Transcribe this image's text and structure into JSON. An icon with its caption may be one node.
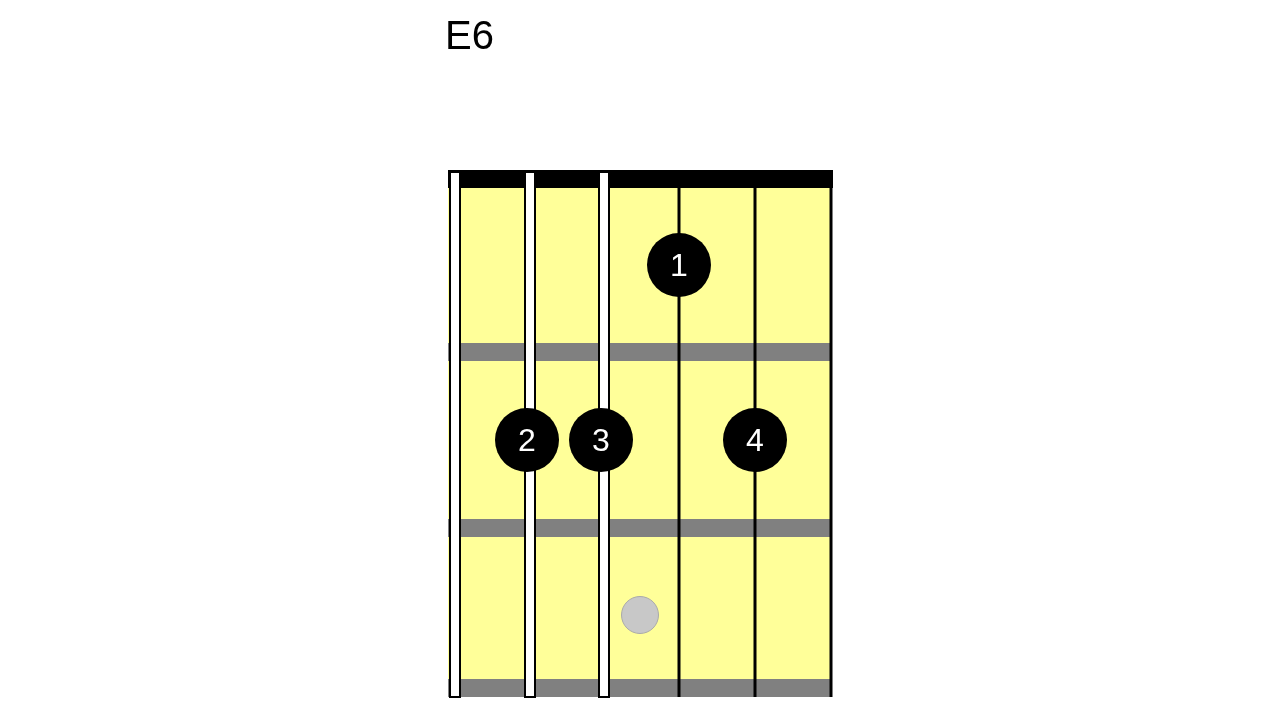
{
  "diagram": {
    "title": "E6",
    "nodes": [
      {
        "text": [
          "1"
        ]
      },
      {
        "text": [
          "2"
        ]
      },
      {
        "text": [
          "3"
        ]
      },
      {
        "text": [
          "4"
        ]
      },
      {
        "text": [],
        "shape": "circle"
      }
    ]
  }
}
